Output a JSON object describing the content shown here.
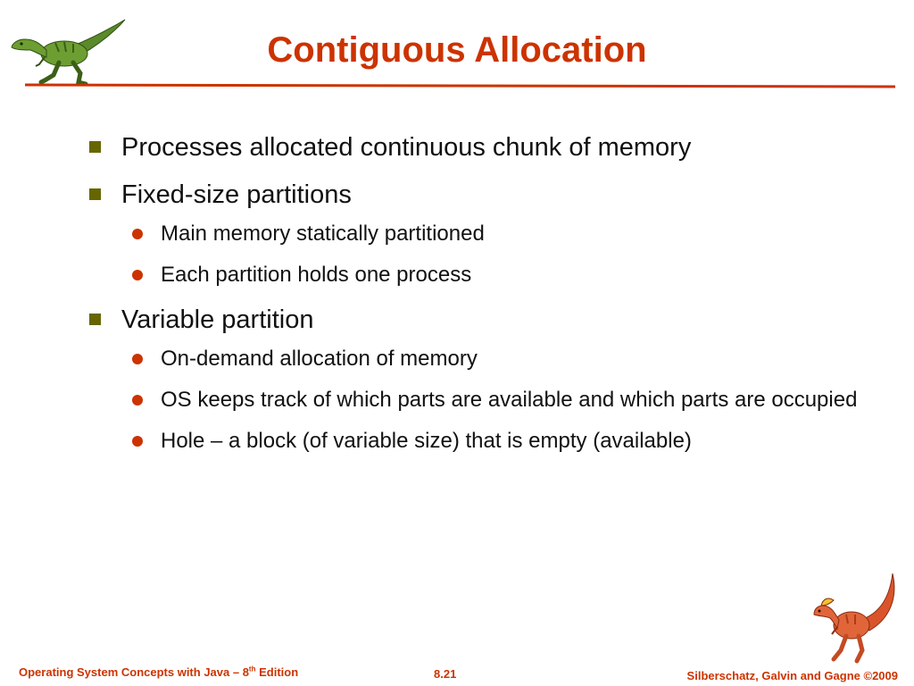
{
  "slide": {
    "title": "Contiguous Allocation"
  },
  "colors": {
    "title": "#cc3300",
    "rule": "#cc3300",
    "square_bullet": "#666600",
    "round_bullet": "#cc3300",
    "footer": "#cc3300"
  },
  "bullets": [
    {
      "text": "Processes allocated continuous chunk of memory",
      "children": []
    },
    {
      "text": "Fixed-size partitions",
      "children": [
        "Main memory statically partitioned",
        "Each partition holds one process"
      ]
    },
    {
      "text": "Variable partition",
      "children": [
        "On-demand allocation of memory",
        "OS keeps track of which parts are available and which parts are occupied",
        "Hole – a block (of variable size) that is empty (available)"
      ]
    }
  ],
  "footer": {
    "left_prefix": "Operating System Concepts with Java – 8",
    "left_superscript": "th",
    "left_suffix": " Edition",
    "page_number": "8.21",
    "copyright": "Silberschatz, Galvin and Gagne ©2009"
  },
  "icons": {
    "top_left": "green-dinosaur-icon",
    "bottom_right": "red-dinosaur-icon"
  }
}
